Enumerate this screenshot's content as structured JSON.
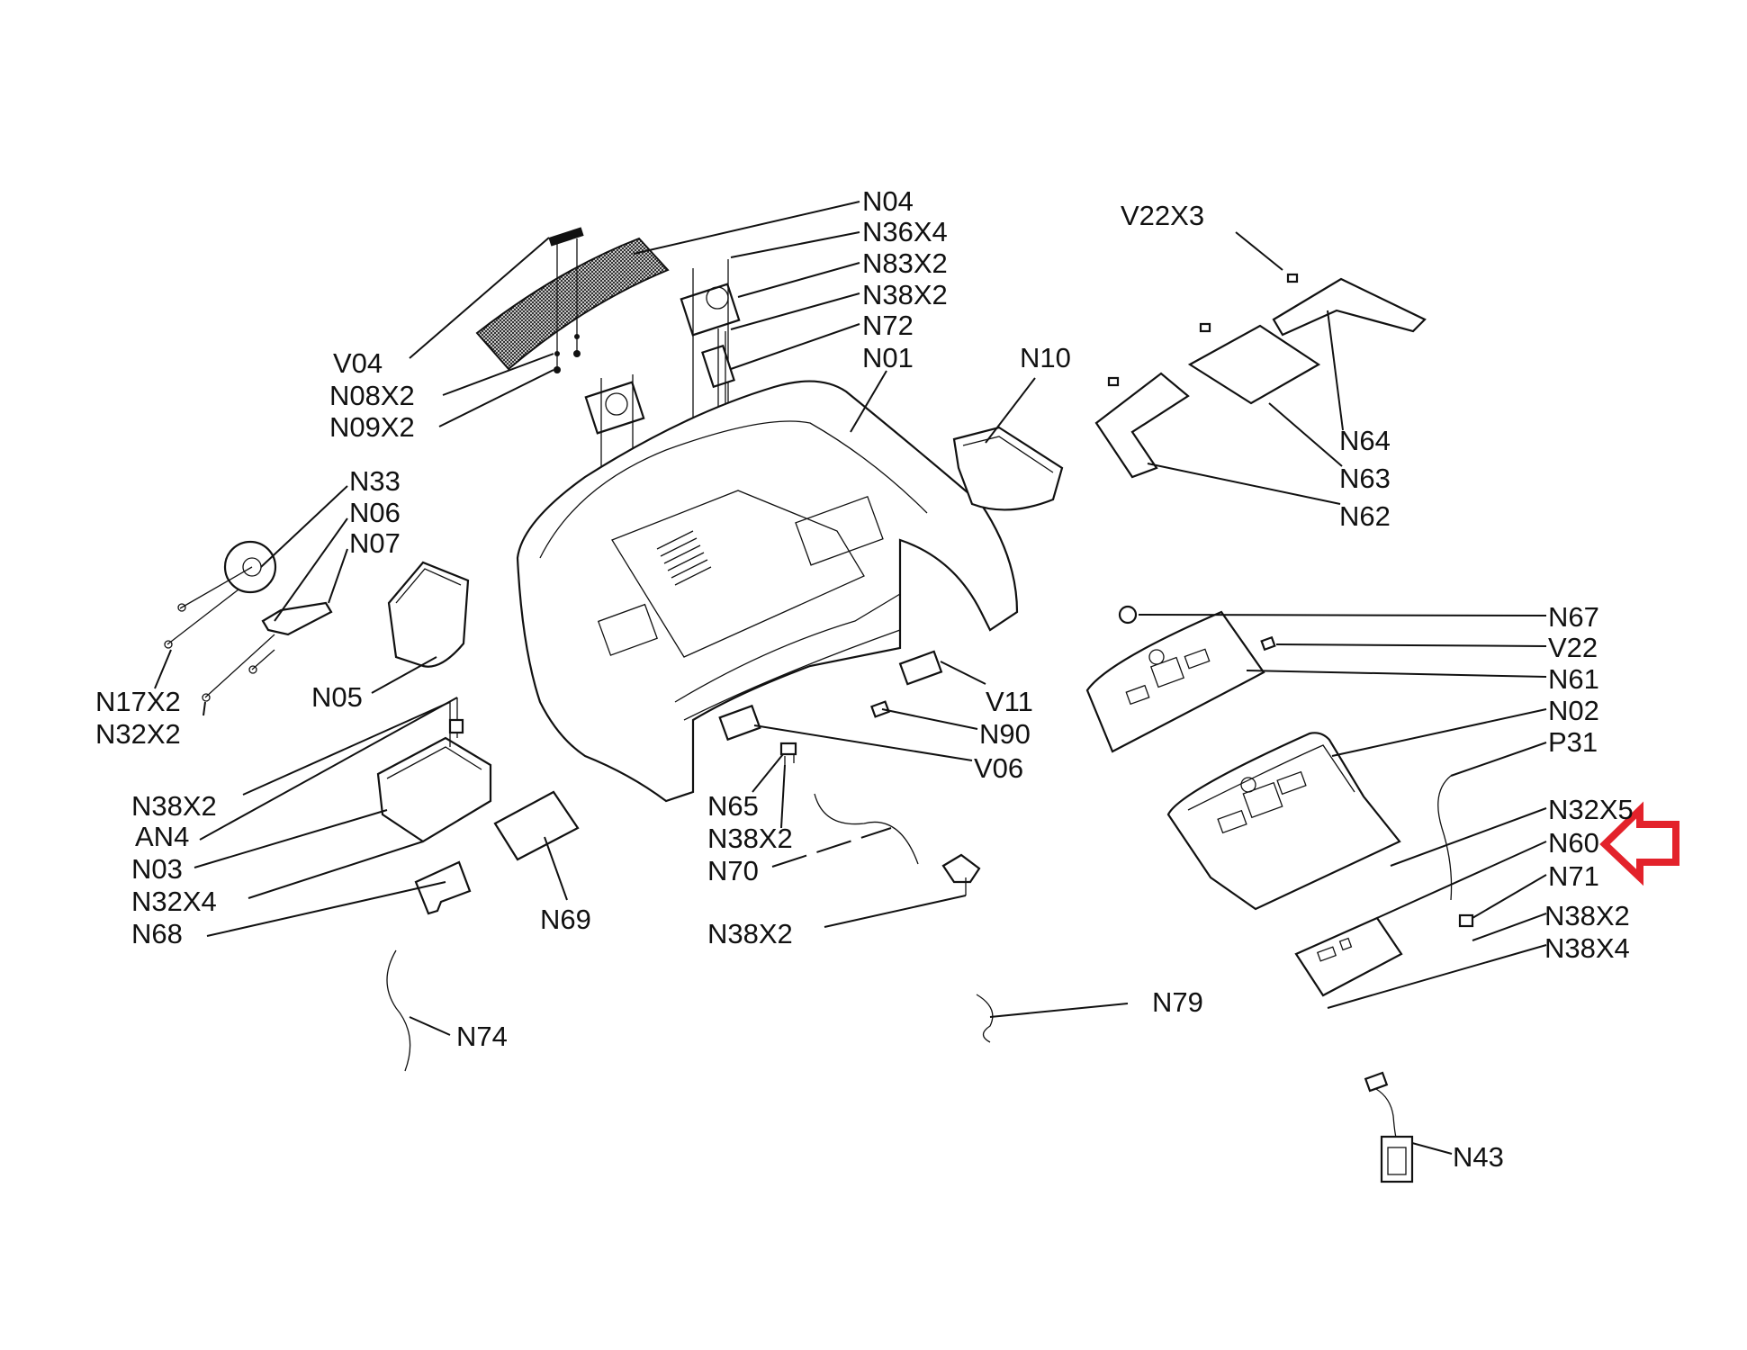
{
  "diagram": {
    "title": "Console exploded parts diagram",
    "highlight": {
      "target_label": "N60",
      "arrow_color": "#e3222b",
      "arrow_direction": "left"
    },
    "labels": [
      {
        "id": "N04",
        "text": "N04"
      },
      {
        "id": "N36X4",
        "text": "N36X4"
      },
      {
        "id": "N83X2",
        "text": "N83X2"
      },
      {
        "id": "N38X2_top",
        "text": "N38X2"
      },
      {
        "id": "N72",
        "text": "N72"
      },
      {
        "id": "N01",
        "text": "N01"
      },
      {
        "id": "V04",
        "text": "V04"
      },
      {
        "id": "N08X2",
        "text": "N08X2"
      },
      {
        "id": "N09X2",
        "text": "N09X2"
      },
      {
        "id": "N10",
        "text": "N10"
      },
      {
        "id": "V22X3",
        "text": "V22X3"
      },
      {
        "id": "N64",
        "text": "N64"
      },
      {
        "id": "N63",
        "text": "N63"
      },
      {
        "id": "N62",
        "text": "N62"
      },
      {
        "id": "N33",
        "text": "N33"
      },
      {
        "id": "N06",
        "text": "N06"
      },
      {
        "id": "N07",
        "text": "N07"
      },
      {
        "id": "N05",
        "text": "N05"
      },
      {
        "id": "N17X2",
        "text": "N17X2"
      },
      {
        "id": "N32X2",
        "text": "N32X2"
      },
      {
        "id": "N67",
        "text": "N67"
      },
      {
        "id": "V22",
        "text": "V22"
      },
      {
        "id": "N61",
        "text": "N61"
      },
      {
        "id": "N02",
        "text": "N02"
      },
      {
        "id": "P31",
        "text": "P31"
      },
      {
        "id": "N32X5",
        "text": "N32X5"
      },
      {
        "id": "N60",
        "text": "N60"
      },
      {
        "id": "N71",
        "text": "N71"
      },
      {
        "id": "N38X2_right",
        "text": "N38X2"
      },
      {
        "id": "N38X4",
        "text": "N38X4"
      },
      {
        "id": "V11",
        "text": "V11"
      },
      {
        "id": "N90",
        "text": "N90"
      },
      {
        "id": "V06",
        "text": "V06"
      },
      {
        "id": "N65",
        "text": "N65"
      },
      {
        "id": "N38X2_mid",
        "text": "N38X2"
      },
      {
        "id": "N70",
        "text": "N70"
      },
      {
        "id": "N38X2_bottom",
        "text": "N38X2"
      },
      {
        "id": "N38X2_left",
        "text": "N38X2"
      },
      {
        "id": "AN4",
        "text": "AN4"
      },
      {
        "id": "N03",
        "text": "N03"
      },
      {
        "id": "N32X4",
        "text": "N32X4"
      },
      {
        "id": "N68",
        "text": "N68"
      },
      {
        "id": "N69",
        "text": "N69"
      },
      {
        "id": "N74",
        "text": "N74"
      },
      {
        "id": "N79",
        "text": "N79"
      },
      {
        "id": "N43",
        "text": "N43"
      }
    ]
  }
}
